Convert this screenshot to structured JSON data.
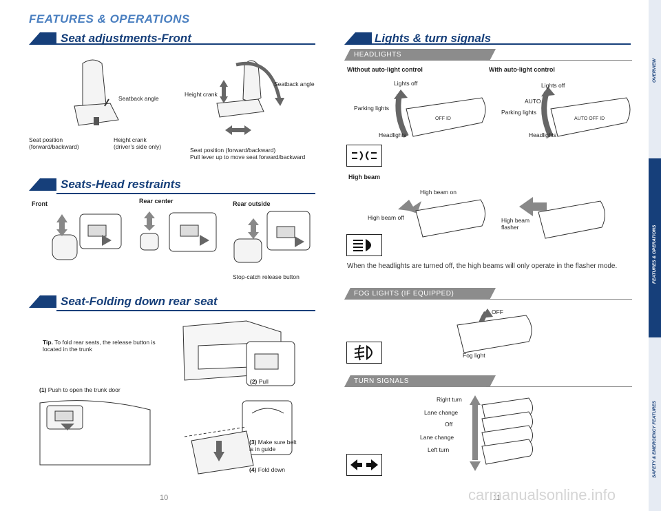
{
  "page_header": "FEATURES & OPERATIONS",
  "left": {
    "seat_front": {
      "title": "Seat adjustments-Front",
      "seatback_angle_1": "Seatback angle",
      "seat_position_1": "Seat position\n(forward/backward)",
      "height_crank_1": "Height crank\n(driver’s side only)",
      "height_crank_2": "Height crank",
      "seatback_angle_2": "Seatback angle",
      "seat_position_2": "Seat position (forward/backward)\nPull lever up to move seat forward/backward"
    },
    "head_restraints": {
      "title": "Seats-Head restraints",
      "front": "Front",
      "rear_center": "Rear center",
      "rear_outside": "Rear outside",
      "stop_catch": "Stop-catch release button"
    },
    "folding": {
      "title": "Seat-Folding down rear seat",
      "tip_bold": "Tip.",
      "tip_text": " To fold rear seats, the release button is located in the trunk",
      "step1_num": "(1)",
      "step1_text": " Push to open the trunk door",
      "step2_num": "(2)",
      "step2_text": " Pull",
      "step3_num": "(3)",
      "step3_text": " Make sure belt is in guide",
      "step4_num": "(4)",
      "step4_text": " Fold down"
    },
    "page_number": "10"
  },
  "right": {
    "lights": {
      "title": "Lights & turn signals",
      "headlights_bar": "HEADLIGHTS",
      "without_auto": "Without auto-light control",
      "with_auto": "With auto-light control",
      "lights_off_1": "Lights off",
      "parking_lights_1": "Parking lights",
      "headlights_1": "Headlights",
      "lights_off_2": "Lights off",
      "auto": "AUTO",
      "parking_lights_2": "Parking lights",
      "headlights_2": "Headlights",
      "high_beam_title": "High beam",
      "high_beam_on": "High beam on",
      "high_beam_off": "High beam off",
      "high_beam_flasher": "High beam\nflasher",
      "note": "When the headlights are turned off, the high beams will only operate in the flasher mode."
    },
    "fog": {
      "bar": "FOG LIGHTS (IF EQUIPPED)",
      "off": "OFF",
      "fog_light": "Fog light"
    },
    "turn": {
      "bar": "TURN SIGNALS",
      "right_turn": "Right turn",
      "lane_change_1": "Lane change",
      "off": "Off",
      "lane_change_2": "Lane change",
      "left_turn": "Left turn"
    },
    "page_number": "11"
  },
  "sidebar": {
    "overview": "OVERVIEW",
    "features": "FEATURES & OPERATIONS",
    "safety": "SAFETY & EMERGENCY FEATURES"
  },
  "watermark": "carmanualsonline.info",
  "colors": {
    "navy": "#163f7a",
    "accent": "#4a7fc0",
    "grey_bar": "#8c8c8c"
  }
}
